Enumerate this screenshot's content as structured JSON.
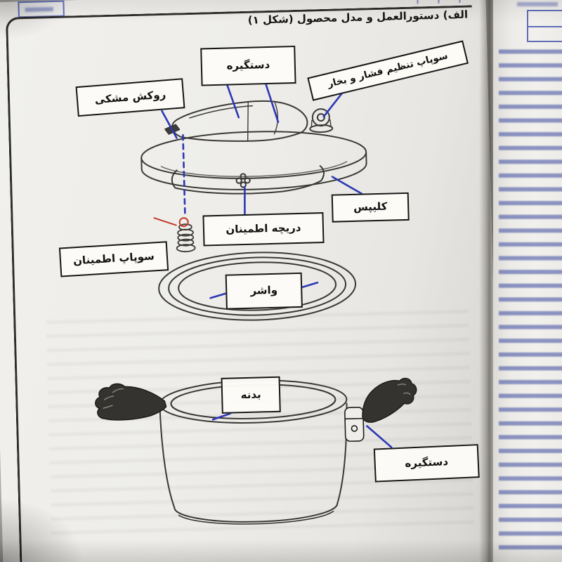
{
  "page": {
    "title": "الف) دستورالعمل و مدل محصول (شکل ۱)"
  },
  "diagram": {
    "labels": {
      "black_cover": "روکش مشکی",
      "handle_top": "دستگیره",
      "steam_valve": "سوپاپ تنظیم فشار و بخار",
      "clips": "کلیپس",
      "safety_hatch": "دریچه اطمینان",
      "safety_valve": "سوپاپ اطمینان",
      "washer": "واشر",
      "body": "بدنه",
      "handle_side": "دستگیره"
    },
    "colors": {
      "leader": "#2c38b4",
      "alert": "#c23a2b",
      "ink": "#3a3936"
    }
  }
}
